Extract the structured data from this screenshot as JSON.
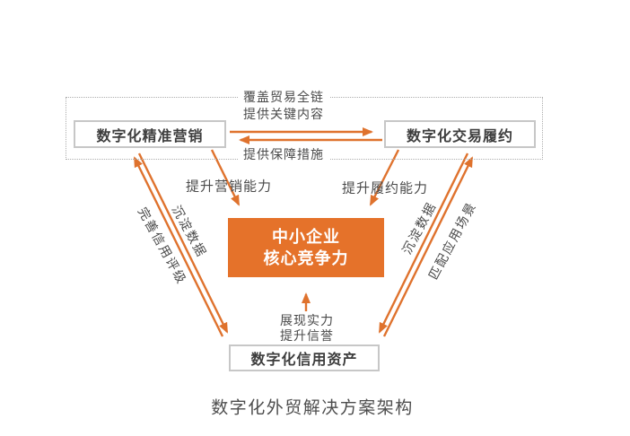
{
  "diagram": {
    "caption": "数字化外贸解决方案架构",
    "top_group": {
      "cover_label": "覆盖贸易全链",
      "provide_content_label": "提供关键内容",
      "safeguard_label": "提供保障措施",
      "left_box_label": "数字化精准营销",
      "right_box_label": "数字化交易履约"
    },
    "center_box": {
      "line1": "中小企业",
      "line2": "核心竞争力"
    },
    "bottom_box_label": "数字化信用资产",
    "edge_labels": {
      "marketing_ability": "提升营销能力",
      "fulfillment_ability": "提升履约能力",
      "left_outer": "完善信用评级",
      "left_inner": "沉淀数据",
      "right_inner": "沉淀数据",
      "right_outer": "匹配应用场景",
      "show_strength": "展现实力",
      "improve_reputation": "提升信誉"
    },
    "colors": {
      "accent_orange": "#E5722A",
      "arrow_orange": "#DF722D",
      "box_border_gray": "#C7C7C7",
      "dashed_border_gray": "#ADADAD",
      "text_dark": "#3D3D3D"
    }
  }
}
